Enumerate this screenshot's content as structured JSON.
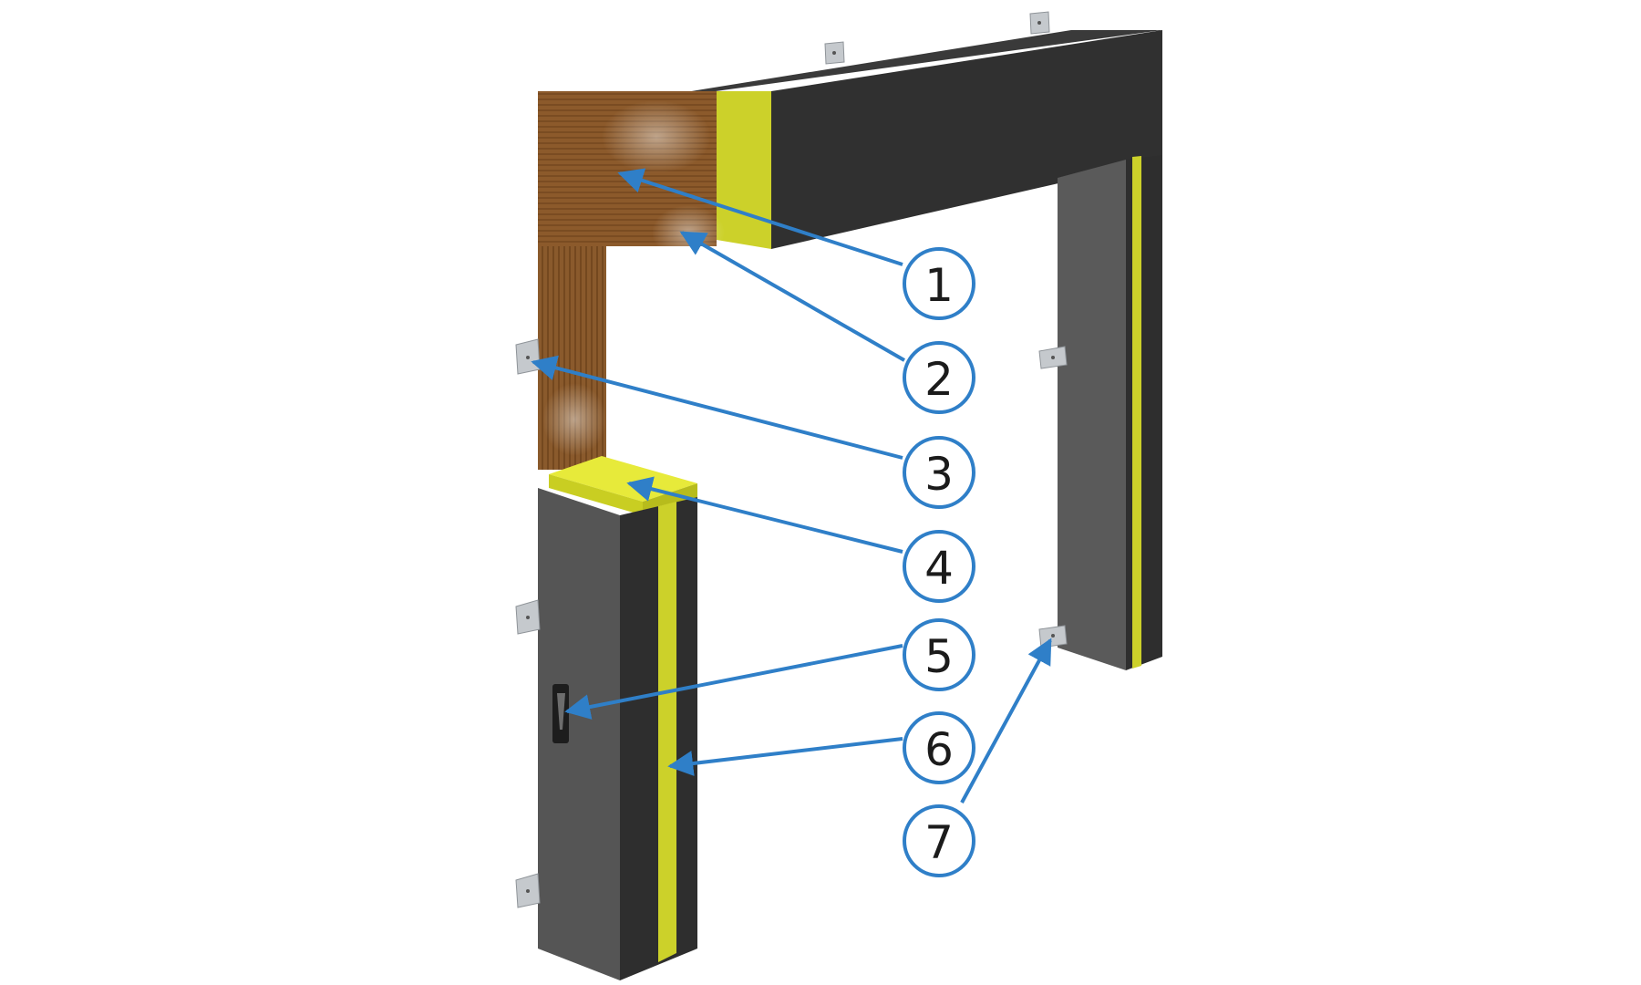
{
  "diagram": {
    "subject": "dock-shelter-frame",
    "callouts": [
      {
        "id": "c1",
        "label": "1"
      },
      {
        "id": "c2",
        "label": "2"
      },
      {
        "id": "c3",
        "label": "3"
      },
      {
        "id": "c4",
        "label": "4"
      },
      {
        "id": "c5",
        "label": "5"
      },
      {
        "id": "c6",
        "label": "6"
      },
      {
        "id": "c7",
        "label": "7"
      }
    ],
    "colors": {
      "background": "#ffffff",
      "cover_dark": "#2e2e2e",
      "cover_side": "#555555",
      "foam_wood": "#8a5a2c",
      "foam_yellow": "#ccd12a",
      "bracket": "#bfc3c7",
      "arrow": "#2f7fc8",
      "callout_ring": "#2f7fc8"
    },
    "icons": {
      "bracket": "mounting-bracket-icon",
      "handle": "handle-slot-icon"
    }
  }
}
